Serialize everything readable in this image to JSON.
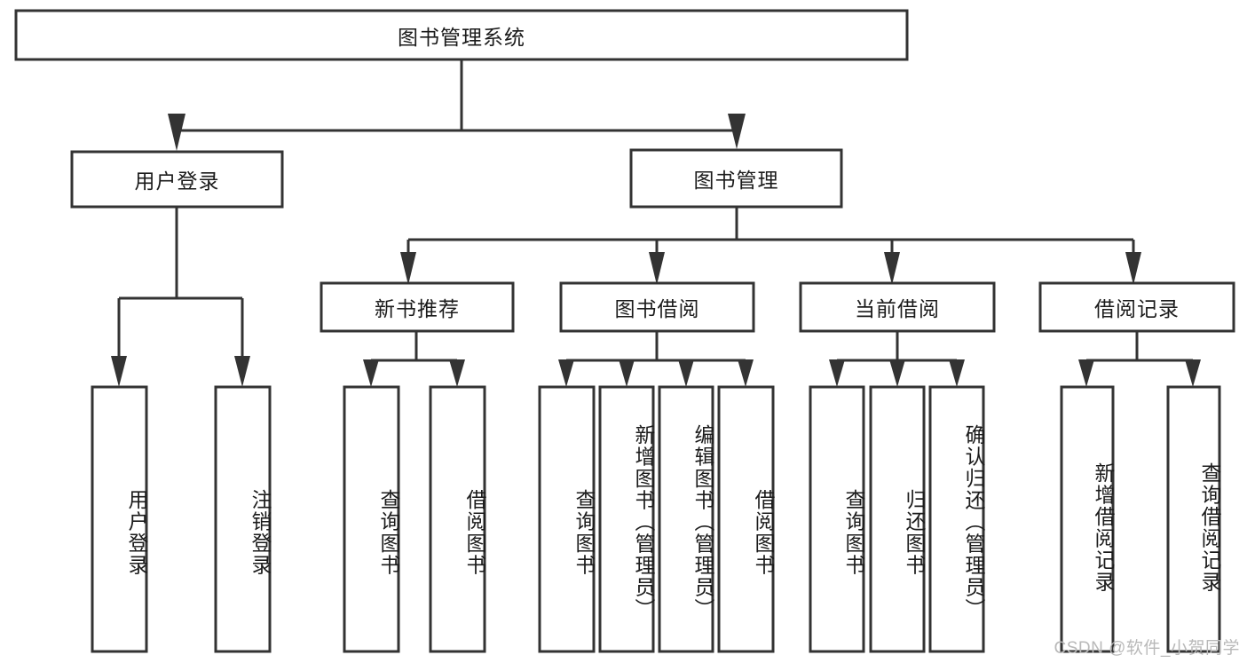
{
  "diagram": {
    "type": "tree-hierarchy",
    "title": "图书管理系统",
    "watermark": "CSDN @软件_小贺同学",
    "colors": {
      "stroke": "#333333",
      "fill": "#ffffff",
      "text": "#1b1b1b",
      "watermark": "#b9b9b9",
      "background": "#ffffff"
    },
    "root": {
      "id": "root",
      "label": "图书管理系统",
      "orientation": "horizontal"
    },
    "level1": [
      {
        "id": "user-login",
        "label": "用户登录",
        "orientation": "horizontal"
      },
      {
        "id": "book-management",
        "label": "图书管理",
        "orientation": "horizontal"
      }
    ],
    "level2": [
      {
        "id": "new-book-recommend",
        "label": "新书推荐",
        "parent": "book-management",
        "orientation": "horizontal"
      },
      {
        "id": "book-borrow",
        "label": "图书借阅",
        "parent": "book-management",
        "orientation": "horizontal"
      },
      {
        "id": "current-borrow",
        "label": "当前借阅",
        "parent": "book-management",
        "orientation": "horizontal"
      },
      {
        "id": "borrow-record",
        "label": "借阅记录",
        "parent": "book-management",
        "orientation": "horizontal"
      }
    ],
    "leaves": [
      {
        "id": "leaf-user-login",
        "label": "用户登录",
        "parent": "user-login",
        "orientation": "vertical"
      },
      {
        "id": "leaf-logout-login",
        "label": "注销登录",
        "parent": "user-login",
        "orientation": "vertical"
      },
      {
        "id": "leaf-query-book-1",
        "label": "查询图书",
        "parent": "new-book-recommend",
        "orientation": "vertical"
      },
      {
        "id": "leaf-borrow-book-1",
        "label": "借阅图书",
        "parent": "new-book-recommend",
        "orientation": "vertical"
      },
      {
        "id": "leaf-query-book-2",
        "label": "查询图书",
        "parent": "book-borrow",
        "orientation": "vertical"
      },
      {
        "id": "leaf-add-book",
        "label": "新增图书（管理员）",
        "parent": "book-borrow",
        "orientation": "vertical"
      },
      {
        "id": "leaf-edit-book",
        "label": "编辑图书（管理员）",
        "parent": "book-borrow",
        "orientation": "vertical"
      },
      {
        "id": "leaf-borrow-book-2",
        "label": "借阅图书",
        "parent": "book-borrow",
        "orientation": "vertical"
      },
      {
        "id": "leaf-query-book-3",
        "label": "查询图书",
        "parent": "current-borrow",
        "orientation": "vertical"
      },
      {
        "id": "leaf-return-book",
        "label": "归还图书",
        "parent": "current-borrow",
        "orientation": "vertical"
      },
      {
        "id": "leaf-confirm-return",
        "label": "确认归还（管理员）",
        "parent": "current-borrow",
        "orientation": "vertical"
      },
      {
        "id": "leaf-add-record",
        "label": "新增借阅记录",
        "parent": "borrow-record",
        "orientation": "vertical"
      },
      {
        "id": "leaf-query-record",
        "label": "查询借阅记录",
        "parent": "borrow-record",
        "orientation": "vertical"
      }
    ]
  }
}
